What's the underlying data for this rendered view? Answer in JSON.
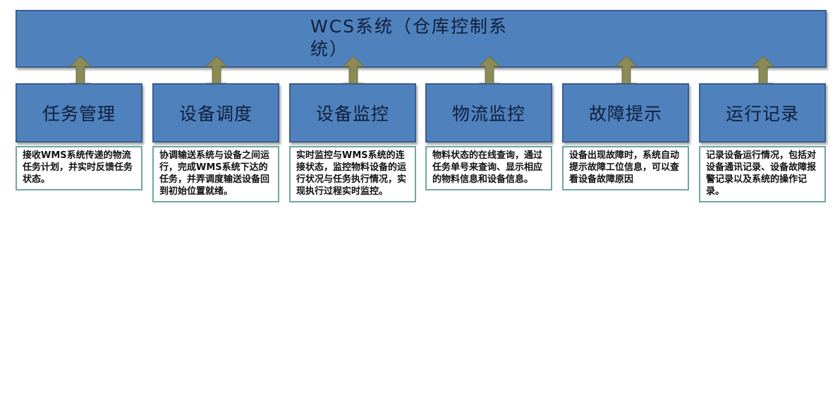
{
  "header": {
    "title": "WCS系统（仓库控制系统）"
  },
  "colors": {
    "box_fill": "#4f81bd",
    "box_border": "#3a5f8f",
    "arrow_fill": "#8c8a55",
    "desc_border": "#6fa8a0"
  },
  "modules": [
    {
      "title": "任务管理",
      "description": "接收WMS系统传递的物流任务计划，并实时反馈任务状态。"
    },
    {
      "title": "设备调度",
      "description": "协调输送系统与设备之间运行，完成WMS系统下达的任务，并弄调度输送设备回到初始位置就绪。"
    },
    {
      "title": "设备监控",
      "description": "实时监控与WMS系统的连接状态，监控物料设备的运行状况与任务执行情况，实现执行过程实时监控。"
    },
    {
      "title": "物流监控",
      "description": "物料状态的在线查询，通过任务单号来查询、显示相应的物料信息和设备信息。"
    },
    {
      "title": "故障提示",
      "description": "设备出现故障时，系统自动提示故障工位信息，可以查看设备故障原因"
    },
    {
      "title": "运行记录",
      "description": "记录设备运行情况，包括对设备通讯记录、设备故障报警记录以及系统的操作记录。"
    }
  ]
}
